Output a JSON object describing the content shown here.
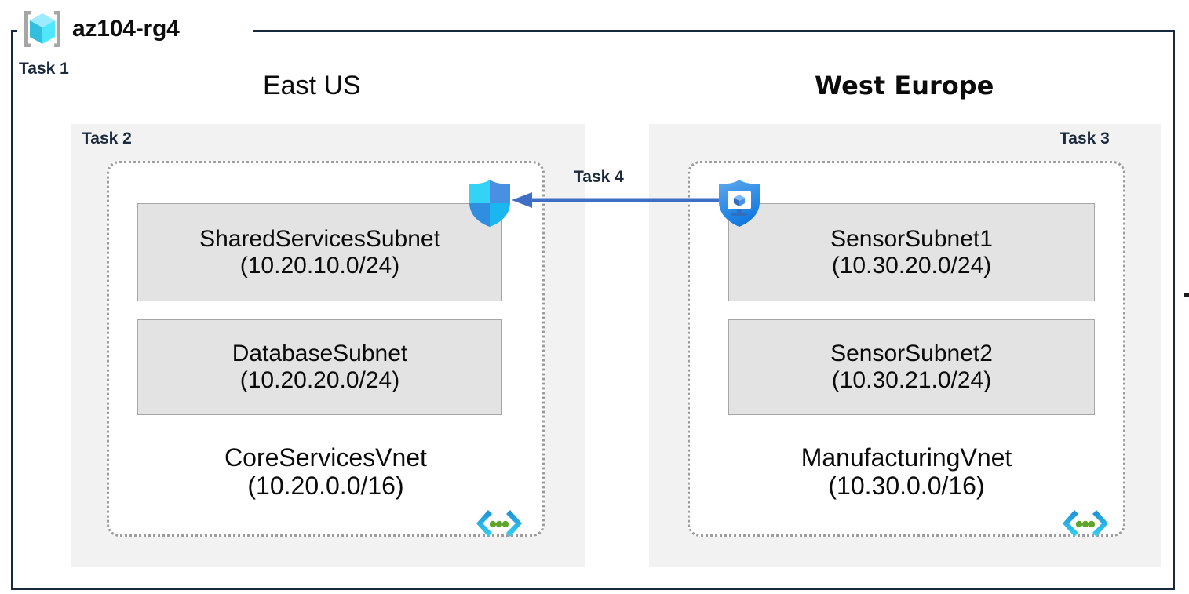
{
  "diagram": {
    "resource_group": {
      "name": "az104-rg4",
      "icon": "resource-group-cube-icon"
    },
    "tasks": [
      {
        "id": "task1",
        "label": "Task 1"
      },
      {
        "id": "task2",
        "label": "Task 2"
      },
      {
        "id": "task3",
        "label": "Task 3"
      },
      {
        "id": "task4",
        "label": "Task 4"
      }
    ],
    "regions": [
      {
        "id": "eastus",
        "title": "East US",
        "task_label": "Task 2",
        "vnet": {
          "name": "CoreServicesVnet",
          "cidr": "(10.20.0.0/16)",
          "icon": "virtual-network-icon",
          "subnets": [
            {
              "name": "SharedServicesSubnet",
              "cidr": "(10.20.10.0/24)"
            },
            {
              "name": "DatabaseSubnet",
              "cidr": "(10.20.20.0/24)"
            }
          ]
        },
        "security_icon": "network-security-group-shield-icon"
      },
      {
        "id": "westeurope",
        "title": "West Europe",
        "task_label": "Task 3",
        "vnet": {
          "name": "ManufacturingVnet",
          "cidr": "(10.30.0.0/16)",
          "icon": "virtual-network-icon",
          "subnets": [
            {
              "name": "SensorSubnet1",
              "cidr": "(10.30.20.0/24)"
            },
            {
              "name": "SensorSubnet2",
              "cidr": "(10.30.21.0/24)"
            }
          ]
        },
        "security_icon": "security-center-shield-monitor-icon"
      }
    ],
    "connection": {
      "label": "Task 4",
      "direction": "right-to-left",
      "from": "ManufacturingVnet",
      "to": "CoreServicesVnet",
      "icon": "peering-arrow-icon"
    },
    "colors": {
      "frame_border": "#16293f",
      "task_text": "#1b2a3d",
      "region_fill": "#f2f2f2",
      "vnet_border": "#9c9c9c",
      "subnet_fill": "#e3e3e3",
      "subnet_border": "#a6a6a6",
      "arrow": "#3f6fc4",
      "shield_blue": "#1f86e8",
      "cube_cyan": "#50e6ff",
      "vnet_icon_cyan": "#32bedd",
      "vnet_icon_green": "#5fa52b"
    }
  }
}
